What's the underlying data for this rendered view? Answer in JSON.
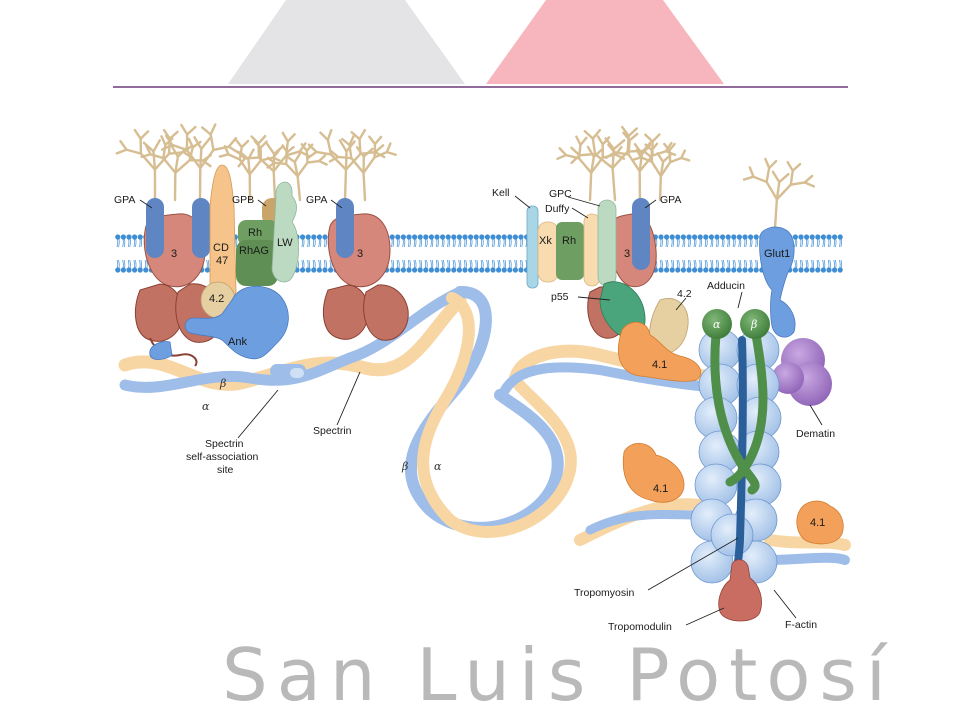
{
  "header": {
    "tab_left_color": "#e4e4e6",
    "tab_right_color": "#f7b6bd",
    "rule_color": "#6b3a7a"
  },
  "watermark": {
    "text": "San Luis Potosí",
    "color": "#b9b9b9"
  },
  "colors": {
    "band3": "#d4877a",
    "gpa": "#5f86c2",
    "cd47": "#f6c48a",
    "rh": "#6f9e63",
    "lw": "#bcd9c2",
    "ankyrin": "#6d9fe0",
    "spectrin_alpha": "#f8d6a4",
    "spectrin_beta": "#9ebde8",
    "protein41": "#f2a05a",
    "protein42": "#e6cfa0",
    "adducin": "#4f8f4a",
    "dematin": "#a57cc8",
    "factin": "#b9d3f0",
    "tropomyosin": "#2a5f9a",
    "tropomodulin": "#c96d62",
    "glycan": "#d6bd92",
    "membrane_head": "#3f8ed4"
  },
  "labels": {
    "gpa_left": "GPA",
    "gpb": "GPB",
    "gpa_mid": "GPA",
    "kell": "Kell",
    "gpc": "GPC",
    "duffy": "Duffy",
    "gpa_right": "GPA",
    "band3_left": "3",
    "band3_mid": "3",
    "band3_right": "3",
    "cd47": "CD\n47",
    "rh_left": "Rh",
    "rhag": "RhAG",
    "lw": "LW",
    "xk": "Xk",
    "rh_right": "Rh",
    "p42_left": "4.2",
    "p42_right": "4.2",
    "ank": "Ank",
    "glut1": "Glut1",
    "adducin": "Adducin",
    "adducin_alpha": "α",
    "adducin_beta": "β",
    "p55": "p55",
    "p41_top": "4.1",
    "p41_mid": "4.1",
    "p41_right": "4.1",
    "dematin": "Dematin",
    "spectrin_left": "Spectrin",
    "spectrin_alpha_left": "α",
    "spectrin_beta_left": "β",
    "spectrin_beta_mid": "β",
    "spectrin_alpha_mid": "α",
    "self_assoc_1": "Spectrin",
    "self_assoc_2": "self-association",
    "self_assoc_3": "site",
    "tropomyosin": "Tropomyosin",
    "tropomodulin": "Tropomodulin",
    "factin": "F-actin"
  }
}
